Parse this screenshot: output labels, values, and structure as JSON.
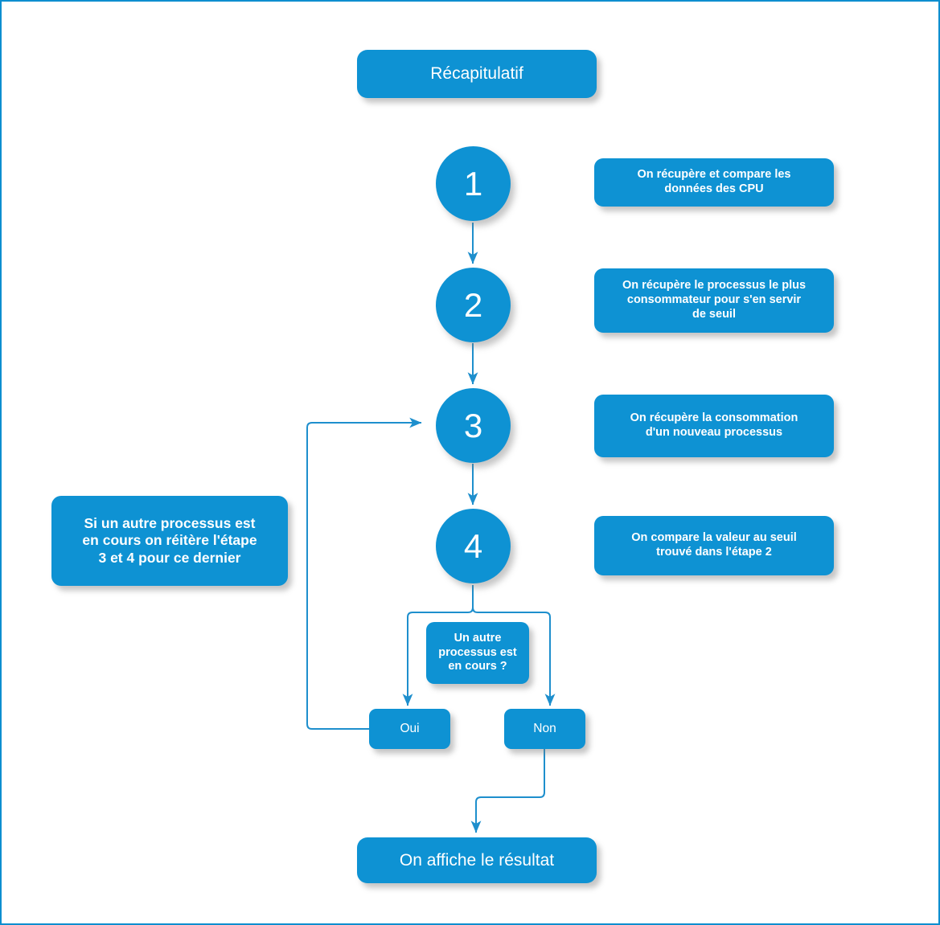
{
  "page": {
    "title": "Récapitulatif",
    "border_color": "#0d8ecf",
    "background": "#ffffff",
    "node_fill": "#0e92d3",
    "node_text_color": "#ffffff",
    "connector_color": "#1e8fcd"
  },
  "title_box": {
    "label": "Récapitulatif"
  },
  "steps": [
    {
      "number": "1",
      "note": "On récupère et compare les\ndonnées des CPU"
    },
    {
      "number": "2",
      "note": "On récupère le processus le plus\nconsommateur pour s'en servir\nde seuil"
    },
    {
      "number": "3",
      "note": "On récupère la consommation\nd'un nouveau processus"
    },
    {
      "number": "4",
      "note": "On compare la valeur au seuil\ntrouvé dans l'étape 2"
    }
  ],
  "loop_note": {
    "label": "Si un autre processus est\nen cours on réitère l'étape\n3 et 4 pour ce dernier"
  },
  "decision": {
    "label": "Un autre\nprocessus est\nen cours ?"
  },
  "branches": [
    {
      "label": "Oui"
    },
    {
      "label": "Non"
    }
  ],
  "result": {
    "label": "On affiche le résultat"
  },
  "connectors": [
    {
      "name": "step1-to-step2",
      "from": "1",
      "to": "2",
      "arrow": true
    },
    {
      "name": "step2-to-step3",
      "from": "2",
      "to": "3",
      "arrow": true
    },
    {
      "name": "step3-to-step4",
      "from": "3",
      "to": "4",
      "arrow": true
    },
    {
      "name": "step4-to-decision-split",
      "from": "4",
      "to": "decision",
      "arrow": false
    },
    {
      "name": "split-to-oui",
      "from": "decision",
      "to": "Oui",
      "arrow": true
    },
    {
      "name": "split-to-non",
      "from": "decision",
      "to": "Non",
      "arrow": true
    },
    {
      "name": "oui-loop-back-to-step3",
      "from": "Oui",
      "to": "3",
      "arrow": true
    },
    {
      "name": "non-to-result",
      "from": "Non",
      "to": "result",
      "arrow": true
    }
  ]
}
